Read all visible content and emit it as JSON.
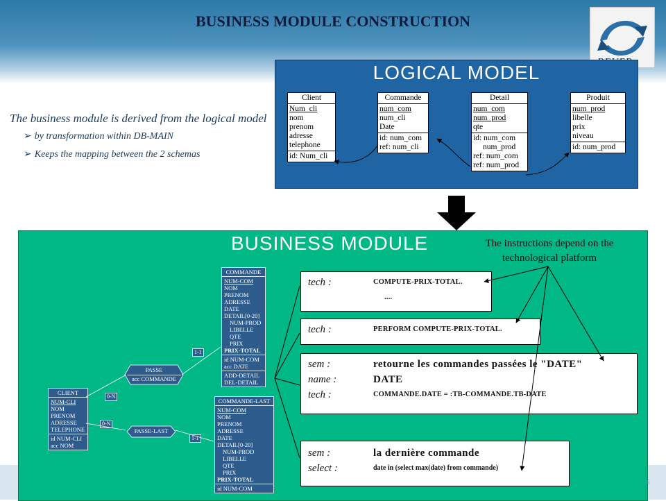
{
  "slide": {
    "title": "BUSINESS MODULE CONSTRUCTION",
    "logo_text": "REVER",
    "page_number": "6"
  },
  "intro": {
    "main": "The business module is derived from the logical model",
    "bullets": [
      "by transformation within DB-MAIN",
      "Keeps the mapping between the 2 schemas"
    ],
    "bullet_icon": "arrow-bullet-icon"
  },
  "logical_model": {
    "title": "LOGICAL MODEL",
    "client": {
      "name": "Client",
      "attrs": [
        "Num_cli",
        "nom",
        "prenom",
        "adresse",
        "telephone"
      ],
      "keys": [
        "id: Num_cli"
      ]
    },
    "commande": {
      "name": "Commande",
      "attrs": [
        "num_com",
        "num_cli",
        "Date"
      ],
      "keys": [
        "id: num_com",
        "ref: num_cli"
      ]
    },
    "detail": {
      "name": "Detail",
      "attrs": [
        "num_com",
        "num_prod",
        "qte"
      ],
      "keys": [
        "id: num_com",
        "num_prod",
        "ref: num_com",
        "ref: num_prod"
      ]
    },
    "produit": {
      "name": "Produit",
      "attrs": [
        "num_prod",
        "libelle",
        "prix",
        "niveau"
      ],
      "keys": [
        "id: num_prod"
      ]
    }
  },
  "transform_arrow_icon": "down-arrow-icon",
  "business_module": {
    "title": "BUSINESS MODULE",
    "note": "The instructions depend on the technological platform",
    "client": {
      "name": "CLIENT",
      "attrs": [
        "NUM-CLI",
        "NOM",
        "PRENOM",
        "ADRESSE",
        "TELEPHONE"
      ],
      "keys": [
        "id NUM-CLI",
        "acc NOM"
      ]
    },
    "commande": {
      "name": "COMMANDE",
      "attrs": [
        "NUM-COM",
        "NOM",
        "PRENOM",
        "ADRESSE",
        "DATE",
        "DETAIL[0-20]",
        "NUM-PROD",
        "LIBELLE",
        "QTE",
        "PRIX",
        "PRIX-TOTAL"
      ],
      "keys": [
        "id NUM-COM",
        "acc  DATE"
      ],
      "methods": [
        "ADD-DETAIL",
        "DEL-DETAIL"
      ]
    },
    "commande_last": {
      "name": "COMMANDE-LAST",
      "attrs": [
        "NUM-COM",
        "NOM",
        "PRENOM",
        "ADRESSE",
        "DATE",
        "DETAIL[0-20]",
        "NUM-PROD",
        "LIBELLE",
        "QTE",
        "PRIX",
        "PRIX-TOTAL"
      ],
      "keys": [
        "id NUM-COM"
      ]
    },
    "passe": {
      "name": "PASSE",
      "key": "acc COMMANDE"
    },
    "passe_last": {
      "name": "PASSE-LAST"
    },
    "cards": {
      "passe_client": "0-N",
      "passe_commande": "1-1",
      "passelast_client": "0-N",
      "passelast_commande": "1-1"
    },
    "boxes": [
      {
        "lines": [
          {
            "key": "tech :",
            "value": "COMPUTE-PRIX-TOTAL."
          },
          {
            "key": "",
            "value": "...."
          }
        ]
      },
      {
        "lines": [
          {
            "key": "tech :",
            "value": "PERFORM COMPUTE-PRIX-TOTAL."
          }
        ]
      },
      {
        "lines": [
          {
            "key": "sem :",
            "value": "retourne les commandes passées le \"DATE\""
          },
          {
            "key": "name :",
            "value": "DATE"
          },
          {
            "key": "tech :",
            "value": "COMMANDE.DATE  = :TB-COMMANDE.TB-DATE"
          }
        ]
      },
      {
        "lines": [
          {
            "key": "sem :",
            "value": "la dernière commande"
          },
          {
            "key": "select :",
            "value": "date in (select max(date) from commande)"
          }
        ]
      }
    ]
  }
}
